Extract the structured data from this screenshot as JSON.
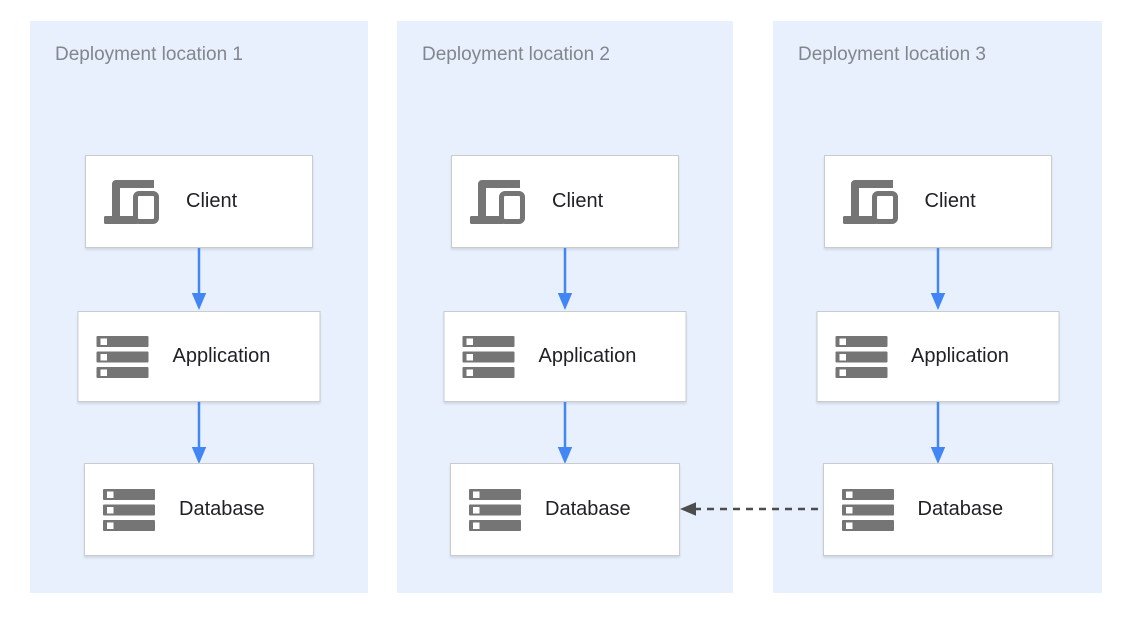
{
  "colors": {
    "panel_background": "#e8f0fe",
    "node_background": "#ffffff",
    "node_border": "#c9cbcd",
    "flow_arrow_blue": "#4285f4",
    "replication_arrow_gray": "#4d4d4d",
    "icon_gray": "#757575",
    "panel_title_text": "#82878c",
    "node_label_text": "#202124"
  },
  "panels": [
    {
      "title": "Deployment location 1",
      "nodes": [
        {
          "label": "Client",
          "icon": "devices-icon"
        },
        {
          "label": "Application",
          "icon": "servers-icon"
        },
        {
          "label": "Database",
          "icon": "servers-icon"
        }
      ]
    },
    {
      "title": "Deployment location 2",
      "nodes": [
        {
          "label": "Client",
          "icon": "devices-icon"
        },
        {
          "label": "Application",
          "icon": "servers-icon"
        },
        {
          "label": "Database",
          "icon": "servers-icon"
        }
      ]
    },
    {
      "title": "Deployment location 3",
      "nodes": [
        {
          "label": "Client",
          "icon": "devices-icon"
        },
        {
          "label": "Application",
          "icon": "servers-icon"
        },
        {
          "label": "Database",
          "icon": "servers-icon"
        }
      ]
    }
  ],
  "connections": {
    "within_each_panel": "Client to Application to Database, solid blue arrows pointing down",
    "cross_panel": "Dashed gray arrow from Database in location 3 pointing left to Database in location 2"
  }
}
